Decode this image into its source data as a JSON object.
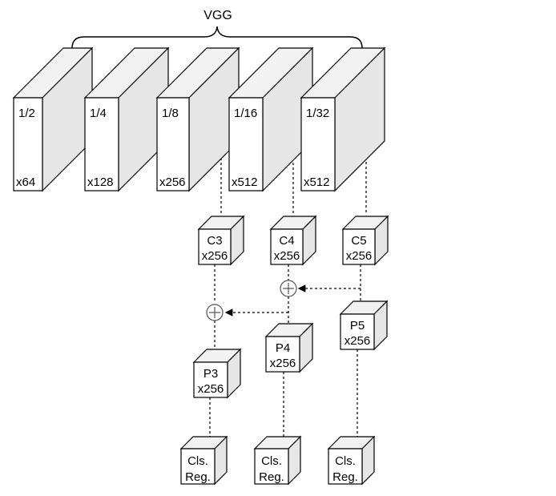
{
  "title": "VGG",
  "vgg_stages": [
    {
      "scale": "1/2",
      "channels": "x64"
    },
    {
      "scale": "1/4",
      "channels": "x128"
    },
    {
      "scale": "1/8",
      "channels": "x256"
    },
    {
      "scale": "1/16",
      "channels": "x512"
    },
    {
      "scale": "1/32",
      "channels": "x512"
    }
  ],
  "lateral": [
    {
      "name": "C3",
      "channels": "x256"
    },
    {
      "name": "C4",
      "channels": "x256"
    },
    {
      "name": "C5",
      "channels": "x256"
    }
  ],
  "pyramid": [
    {
      "name": "P3",
      "channels": "x256"
    },
    {
      "name": "P4",
      "channels": "x256"
    },
    {
      "name": "P5",
      "channels": "x256"
    }
  ],
  "heads": [
    {
      "line1": "Cls.",
      "line2": "Reg."
    },
    {
      "line1": "Cls.",
      "line2": "Reg."
    },
    {
      "line1": "Cls.",
      "line2": "Reg."
    }
  ],
  "colors": {
    "face": "#ffffff",
    "side": "#e6e6e6",
    "top": "#f2f2f2",
    "stroke": "#000000"
  }
}
